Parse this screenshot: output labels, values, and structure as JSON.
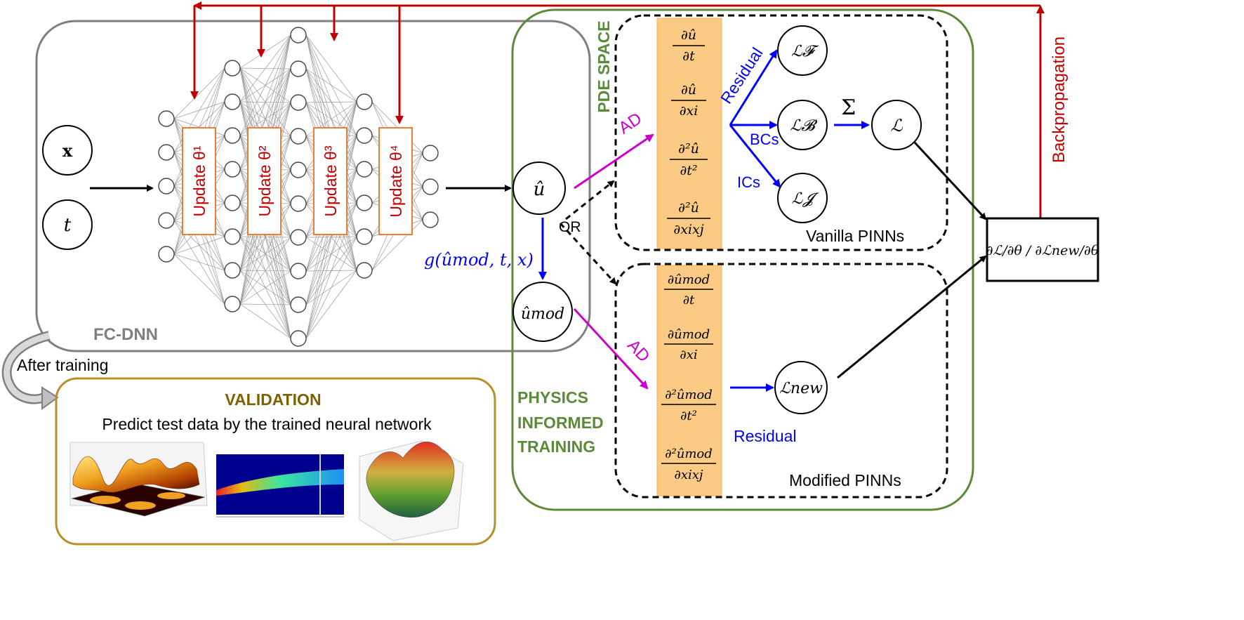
{
  "colors": {
    "frame_gray": "#7f7f7f",
    "pde_green": "#5b8a3a",
    "backprop_red": "#c00000",
    "blue": "#0000ff",
    "magenta": "#cc00cc",
    "validation_gold": "#b8902a",
    "validation_title": "#7f6000",
    "derivative_band": "#fbcb86"
  },
  "fcdnn": {
    "label": "FC-DNN",
    "updates": [
      "Update θ¹",
      "Update θ²",
      "Update θ³",
      "Update θ⁴"
    ],
    "input_x": "x",
    "input_t": "t"
  },
  "backprop": {
    "label": "Backpropagation"
  },
  "outputs": {
    "u_hat": "û",
    "or_label": "OR",
    "g_label": "g(ûmod, t, x)",
    "u_mod": "ûmod"
  },
  "pde": {
    "space_label": "PDE SPACE",
    "physics_label_lines": [
      "PHYSICS",
      "INFORMED",
      "TRAINING"
    ],
    "ad_label_top": "AD",
    "ad_label_bottom": "AD",
    "vanilla_label": "Vanilla PINNs",
    "modified_label": "Modified PINNs",
    "vanilla_derivatives": [
      {
        "num": "∂û",
        "den": "∂t"
      },
      {
        "num": "∂û",
        "den": "∂xi"
      },
      {
        "num": "∂²û",
        "den": "∂t²"
      },
      {
        "num": "∂²û",
        "den": "∂xixj"
      }
    ],
    "modified_derivatives": [
      {
        "num": "∂ûmod",
        "den": "∂t"
      },
      {
        "num": "∂ûmod",
        "den": "∂xi"
      },
      {
        "num": "∂²ûmod",
        "den": "∂t²"
      },
      {
        "num": "∂²ûmod",
        "den": "∂xixj"
      }
    ],
    "residual_top": "Residual",
    "bcs": "BCs",
    "ics": "ICs",
    "residual_bottom": "Residual",
    "sum": "Σ",
    "loss_F": "ℒ𝓕",
    "loss_B": "ℒ𝓑",
    "loss_J": "ℒ𝓙",
    "loss_total": "ℒ",
    "loss_new": "ℒnew",
    "gradient_box": "∂ℒ/∂θ / ∂ℒnew/∂θ"
  },
  "validation": {
    "after_training": "After training",
    "title": "VALIDATION",
    "subtitle": "Predict test data by the trained neural network"
  }
}
